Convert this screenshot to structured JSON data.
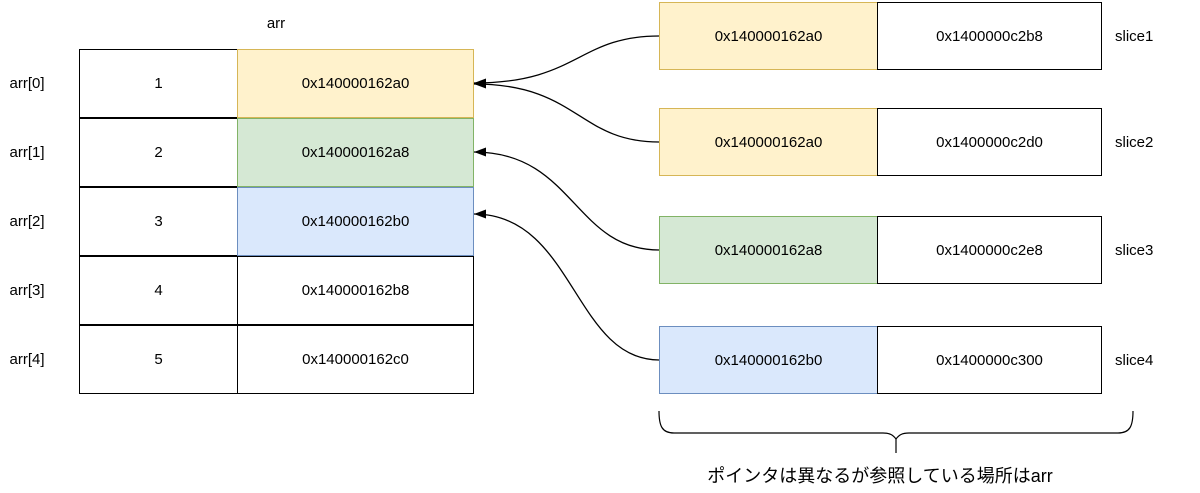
{
  "array": {
    "title": "arr",
    "rows": [
      {
        "index_label": "arr[0]",
        "value": "1",
        "address": "0x140000162a0",
        "highlight": "yellow"
      },
      {
        "index_label": "arr[1]",
        "value": "2",
        "address": "0x140000162a8",
        "highlight": "green"
      },
      {
        "index_label": "arr[2]",
        "value": "3",
        "address": "0x140000162b0",
        "highlight": "blue"
      },
      {
        "index_label": "arr[3]",
        "value": "4",
        "address": "0x140000162b8",
        "highlight": "none"
      },
      {
        "index_label": "arr[4]",
        "value": "5",
        "address": "0x140000162c0",
        "highlight": "none"
      }
    ]
  },
  "slices": [
    {
      "label": "slice1",
      "pointer": "0x140000162a0",
      "second": "0x1400000c2b8",
      "highlight": "yellow",
      "points_to": "arr[0]"
    },
    {
      "label": "slice2",
      "pointer": "0x140000162a0",
      "second": "0x1400000c2d0",
      "highlight": "yellow",
      "points_to": "arr[0]"
    },
    {
      "label": "slice3",
      "pointer": "0x140000162a8",
      "second": "0x1400000c2e8",
      "highlight": "green",
      "points_to": "arr[1]"
    },
    {
      "label": "slice4",
      "pointer": "0x140000162b0",
      "second": "0x1400000c300",
      "highlight": "blue",
      "points_to": "arr[2]"
    }
  ],
  "arrows": [
    {
      "from": "slice1",
      "to": "arr[0]"
    },
    {
      "from": "slice2",
      "to": "arr[0]"
    },
    {
      "from": "slice3",
      "to": "arr[1]"
    },
    {
      "from": "slice4",
      "to": "arr[2]"
    }
  ],
  "caption": {
    "text": "ポインタは異なるが参照している場所はarr"
  },
  "colors": {
    "yellow_fill": "#fff2cc",
    "yellow_border": "#d6b656",
    "green_fill": "#d5e8d4",
    "green_border": "#82b366",
    "blue_fill": "#dae8fc",
    "blue_border": "#6c8ebf",
    "line": "#000000",
    "text": "#000000",
    "background": "#ffffff"
  }
}
